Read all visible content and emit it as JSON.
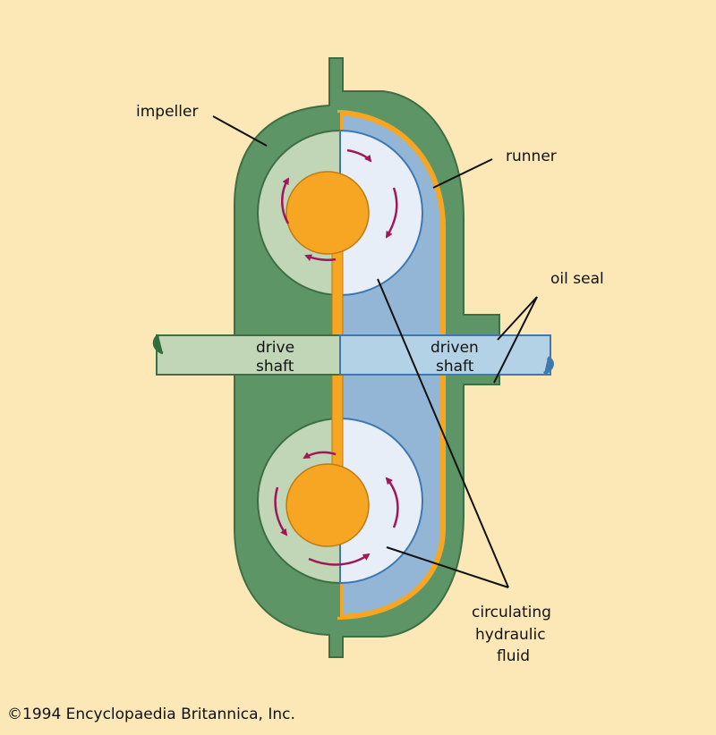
{
  "labels": {
    "impeller": "impeller",
    "runner": "runner",
    "oil_seal": "oil seal",
    "drive_shaft_1": "drive",
    "drive_shaft_2": "shaft",
    "driven_shaft_1": "driven",
    "driven_shaft_2": "shaft",
    "fluid_1": "circulating",
    "fluid_2": "hydraulic",
    "fluid_3": "fluid"
  },
  "copyright": "©1994 Encyclopaedia Britannica, Inc.",
  "colors": {
    "background": "#fce8b6",
    "housing": "#5e9566",
    "impeller_fill": "#c1d6b6",
    "runner_fill": "#94b6d6",
    "fluid": "#e8eef8",
    "orange": "#f6a623",
    "arrow": "#a0185a",
    "drive_shaft": "#c1d6b6",
    "driven_shaft": "#b4d2e6"
  }
}
